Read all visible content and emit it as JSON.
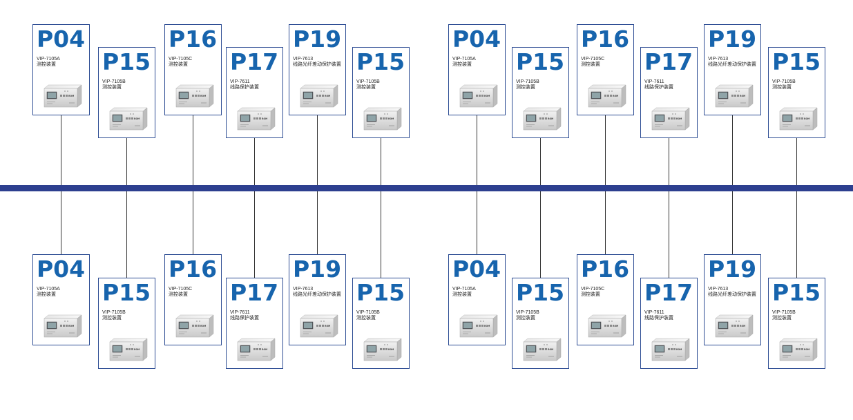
{
  "colors": {
    "bus": "#2d3f8f",
    "card_border": "#2a4a92",
    "code_text": "#1764ad",
    "wire": "#333333"
  },
  "icons": {
    "device": "relay-device-icon"
  },
  "device_face_label": "ROM",
  "cards": [
    {
      "code": "P04",
      "model": "VIP-7105A",
      "desc": "测控装置"
    },
    {
      "code": "P15",
      "model": "VIP-7105B",
      "desc": "测控装置"
    },
    {
      "code": "P16",
      "model": "VIP-7105C",
      "desc": "测控装置"
    },
    {
      "code": "P17",
      "model": "VIP-7611",
      "desc": "线路保护装置"
    },
    {
      "code": "P19",
      "model": "VIP-7613",
      "desc": "线路光纤差动保护装置"
    },
    {
      "code": "P15",
      "model": "VIP-7105B",
      "desc": "测控装置"
    },
    {
      "code": "P04",
      "model": "VIP-7105A",
      "desc": "测控装置"
    },
    {
      "code": "P15",
      "model": "VIP-7105B",
      "desc": "测控装置"
    },
    {
      "code": "P16",
      "model": "VIP-7105C",
      "desc": "测控装置"
    },
    {
      "code": "P17",
      "model": "VIP-7611",
      "desc": "线路保护装置"
    },
    {
      "code": "P19",
      "model": "VIP-7613",
      "desc": "线路光纤差动保护装置"
    },
    {
      "code": "P15",
      "model": "VIP-7105B",
      "desc": "测控装置"
    },
    {
      "code": "P04",
      "model": "VIP-7105A",
      "desc": "测控装置"
    },
    {
      "code": "P15",
      "model": "VIP-7105B",
      "desc": "测控装置"
    },
    {
      "code": "P16",
      "model": "VIP-7105C",
      "desc": "测控装置"
    },
    {
      "code": "P17",
      "model": "VIP-7611",
      "desc": "线路保护装置"
    },
    {
      "code": "P19",
      "model": "VIP-7613",
      "desc": "线路光纤差动保护装置"
    },
    {
      "code": "P15",
      "model": "VIP-7105B",
      "desc": "测控装置"
    },
    {
      "code": "P04",
      "model": "VIP-7105A",
      "desc": "测控装置"
    },
    {
      "code": "P15",
      "model": "VIP-7105B",
      "desc": "测控装置"
    },
    {
      "code": "P16",
      "model": "VIP-7105C",
      "desc": "测控装置"
    },
    {
      "code": "P17",
      "model": "VIP-7611",
      "desc": "线路保护装置"
    },
    {
      "code": "P19",
      "model": "VIP-7613",
      "desc": "线路光纤差动保护装置"
    },
    {
      "code": "P15",
      "model": "VIP-7105B",
      "desc": "测控装置"
    }
  ]
}
